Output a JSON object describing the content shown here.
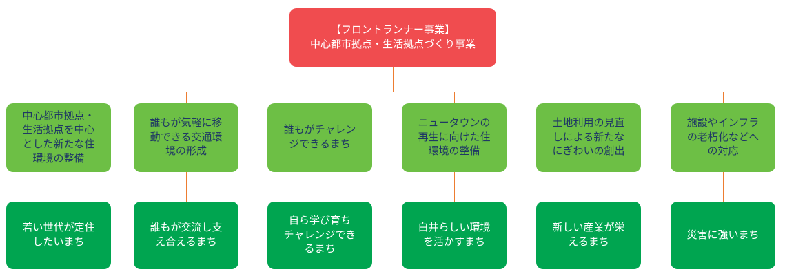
{
  "colors": {
    "root-bg": "#f04c4f",
    "mid-bg": "#6dbf45",
    "bottom-bg": "#00a550",
    "connector": "#ed7d31",
    "root-text": "#ffffff",
    "mid-text": "#1f3864",
    "bottom-text": "#ffffff"
  },
  "root": {
    "title": "【フロントランナー事業】\n中心都市拠点・生活拠点づくり事業"
  },
  "columns": [
    {
      "theme": "中心都市拠点・\n生活拠点を中心\nとした新たな住\n環境の整備",
      "goal": "若い世代が定住\nしたいまち"
    },
    {
      "theme": "誰もが気軽に移\n動できる交通環\n境の形成",
      "goal": "誰もが交流し支\nえ合えるまち"
    },
    {
      "theme": "誰もがチャレン\nジできるまち",
      "goal": "自ら学び育ち\nチャレンジでき\nるまち"
    },
    {
      "theme": "ニュータウンの\n再生に向けた住\n環境の整備",
      "goal": "白井らしい環境\nを活かすまち"
    },
    {
      "theme": "土地利用の見直\nしによる新たな\nにぎわいの創出",
      "goal": "新しい産業が栄\nえるまち"
    },
    {
      "theme": "施設やインフラ\nの老朽化などへ\nの対応",
      "goal": "災害に強いまち"
    }
  ]
}
